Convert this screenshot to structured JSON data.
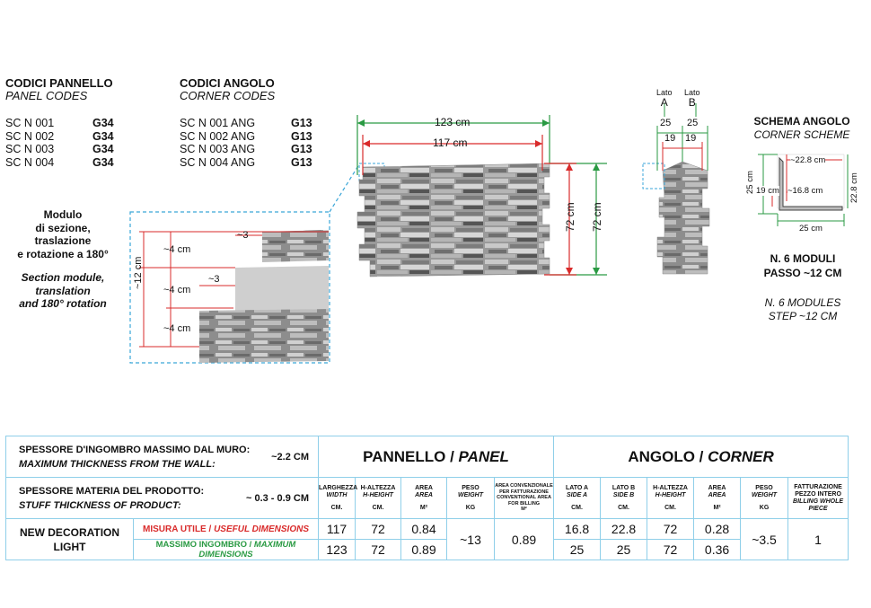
{
  "panel_codes": {
    "title": "CODICI PANNELLO",
    "subtitle": "PANEL CODES",
    "rows": [
      {
        "code": "SC N 001",
        "grade": "G34"
      },
      {
        "code": "SC N 002",
        "grade": "G34"
      },
      {
        "code": "SC N 003",
        "grade": "G34"
      },
      {
        "code": "SC N 004",
        "grade": "G34"
      }
    ]
  },
  "corner_codes": {
    "title": "CODICI ANGOLO",
    "subtitle": "CORNER CODES",
    "rows": [
      {
        "code": "SC N 001  ANG",
        "grade": "G13"
      },
      {
        "code": "SC N 002  ANG",
        "grade": "G13"
      },
      {
        "code": "SC N 003  ANG",
        "grade": "G13"
      },
      {
        "code": "SC N 004  ANG",
        "grade": "G13"
      }
    ]
  },
  "module_note": {
    "it_1": "Modulo",
    "it_2": "di sezione, traslazione",
    "it_3": "e rotazione a 180°",
    "en_1": "Section module,",
    "en_2": "translation",
    "en_3": "and 180° rotation"
  },
  "detail_dims": {
    "d1": "~4 cm",
    "d2": "~4 cm",
    "d3": "~4 cm",
    "shift1": "~3",
    "shift2": "~3",
    "height": "~12 cm"
  },
  "panel_dims": {
    "w_max": "123 cm",
    "w_use": "117 cm",
    "h_use": "72 cm",
    "h_max": "72 cm"
  },
  "corner_piece": {
    "lato_a": "Lato",
    "lato_a_letter": "A",
    "lato_b": "Lato",
    "lato_b_letter": "B",
    "a_max": "25",
    "b_max": "25",
    "a_use": "19",
    "b_use": "19"
  },
  "corner_scheme": {
    "title": "SCHEMA ANGOLO",
    "subtitle": "CORNER SCHEME",
    "d_228": "~22.8 cm",
    "d_168": "~16.8 cm",
    "d_19": "19 cm",
    "d_25_left": "25 cm",
    "d_25_bottom": "25 cm",
    "d_228_right": "22.8 cm",
    "modules_it_1": "N. 6 MODULI",
    "modules_it_2": "PASSO ~12 CM",
    "modules_en_1": "N. 6 MODULES",
    "modules_en_2": "STEP ~12 CM"
  },
  "table": {
    "thick_wall_it": "SPESSORE D'INGOMBRO MASSIMO DAL MURO:",
    "thick_wall_en": "MAXIMUM THICKNESS FROM THE WALL:",
    "thick_wall_val": "~2.2 CM",
    "thick_prod_it": "SPESSORE MATERIA DEL PRODOTTO:",
    "thick_prod_en": "STUFF THICKNESS OF PRODUCT:",
    "thick_prod_val": "~ 0.3 - 0.9  CM",
    "panel_head_it": "PANNELLO / ",
    "panel_head_en": "PANEL",
    "corner_head_it": "ANGOLO / ",
    "corner_head_en": "CORNER",
    "panel_cols": [
      {
        "it": "LARGHEZZA",
        "en": "WIDTH",
        "unit": "CM."
      },
      {
        "it": "H-ALTEZZA",
        "en": "H-HEIGHT",
        "unit": "CM."
      },
      {
        "it": "AREA",
        "en": "AREA",
        "unit": "M²"
      },
      {
        "it": "PESO",
        "en": "WEIGHT",
        "unit": "KG"
      },
      {
        "it": "AREA CONVENZIONALE PER FATTURAZIONE",
        "en": "CONVENTIONAL AREA FOR BILLING",
        "unit": "M²"
      }
    ],
    "corner_cols": [
      {
        "it": "LATO A",
        "en": "SIDE A",
        "unit": "CM."
      },
      {
        "it": "LATO B",
        "en": "SIDE B",
        "unit": "CM."
      },
      {
        "it": "H-ALTEZZA",
        "en": "H-HEIGHT",
        "unit": "CM."
      },
      {
        "it": "AREA",
        "en": "AREA",
        "unit": "M²"
      },
      {
        "it": "PESO",
        "en": "WEIGHT",
        "unit": "KG"
      },
      {
        "it": "FATTURAZIONE PEZZO INTERO",
        "en": "BILLING WHOLE PIECE",
        "unit": ""
      }
    ],
    "product_name_1": "NEW DECORATION",
    "product_name_2": "LIGHT",
    "row_useful_it": "MISURA UTILE / ",
    "row_useful_en": "USEFUL DIMENSIONS",
    "row_max_it": "MASSIMO INGOMBRO / ",
    "row_max_en": "MAXIMUM DIMENSIONS",
    "useful": {
      "width": "117",
      "height": "72",
      "area": "0.84",
      "lato_a": "16.8",
      "lato_b": "22.8",
      "c_height": "72",
      "c_area": "0.28"
    },
    "max": {
      "width": "123",
      "height": "72",
      "area": "0.89",
      "lato_a": "25",
      "lato_b": "25",
      "c_height": "72",
      "c_area": "0.36"
    },
    "panel_weight": "~13",
    "panel_billing": "0.89",
    "corner_weight": "~3.5",
    "corner_billing": "1"
  }
}
